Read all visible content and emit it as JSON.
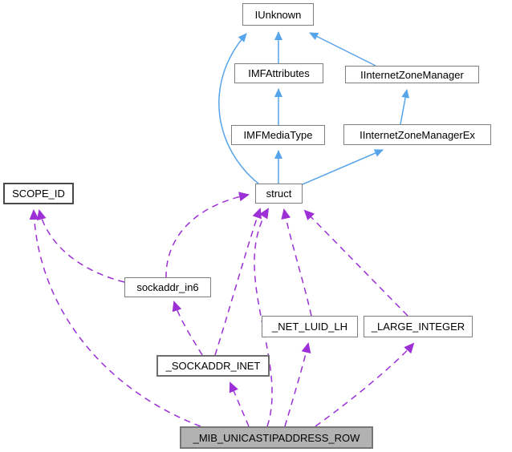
{
  "diagram": {
    "type": "class-collaboration-graph",
    "highlighted_node": "_MIB_UNICASTIPADDRESS_ROW",
    "colors": {
      "inheritance_edge": "#56a4ea",
      "usage_edge": "#9c30d6",
      "node_background": "#ffffff",
      "node_border": "#7f7f7f",
      "highlight_background": "#b2b2b2"
    },
    "nodes": [
      {
        "id": "IUnknown",
        "label": "IUnknown"
      },
      {
        "id": "IMFAttributes",
        "label": "IMFAttributes"
      },
      {
        "id": "IInternetZoneManager",
        "label": "IInternetZoneManager"
      },
      {
        "id": "IMFMediaType",
        "label": "IMFMediaType"
      },
      {
        "id": "IInternetZoneManagerEx",
        "label": "IInternetZoneManagerEx"
      },
      {
        "id": "SCOPE_ID",
        "label": "SCOPE_ID"
      },
      {
        "id": "struct",
        "label": "struct"
      },
      {
        "id": "sockaddr_in6",
        "label": "sockaddr_in6"
      },
      {
        "id": "_NET_LUID_LH",
        "label": "_NET_LUID_LH"
      },
      {
        "id": "_LARGE_INTEGER",
        "label": "_LARGE_INTEGER"
      },
      {
        "id": "_SOCKADDR_INET",
        "label": "_SOCKADDR_INET"
      },
      {
        "id": "_MIB_UNICASTIPADDRESS_ROW",
        "label": "_MIB_UNICASTIPADDRESS_ROW"
      }
    ],
    "edges": [
      {
        "from": "IMFAttributes",
        "to": "IUnknown",
        "style": "solid",
        "relation": "inheritance"
      },
      {
        "from": "IInternetZoneManager",
        "to": "IUnknown",
        "style": "solid",
        "relation": "inheritance"
      },
      {
        "from": "struct",
        "to": "IUnknown",
        "style": "solid",
        "relation": "inheritance"
      },
      {
        "from": "IMFMediaType",
        "to": "IMFAttributes",
        "style": "solid",
        "relation": "inheritance"
      },
      {
        "from": "IInternetZoneManagerEx",
        "to": "IInternetZoneManager",
        "style": "solid",
        "relation": "inheritance"
      },
      {
        "from": "struct",
        "to": "IMFMediaType",
        "style": "solid",
        "relation": "inheritance"
      },
      {
        "from": "struct",
        "to": "IInternetZoneManagerEx",
        "style": "solid",
        "relation": "inheritance"
      },
      {
        "from": "sockaddr_in6",
        "to": "SCOPE_ID",
        "style": "dashed",
        "relation": "usage"
      },
      {
        "from": "_MIB_UNICASTIPADDRESS_ROW",
        "to": "SCOPE_ID",
        "style": "dashed",
        "relation": "usage"
      },
      {
        "from": "sockaddr_in6",
        "to": "struct",
        "style": "dashed",
        "relation": "usage"
      },
      {
        "from": "_SOCKADDR_INET",
        "to": "sockaddr_in6",
        "style": "dashed",
        "relation": "usage"
      },
      {
        "from": "_SOCKADDR_INET",
        "to": "struct",
        "style": "dashed",
        "relation": "usage"
      },
      {
        "from": "_MIB_UNICASTIPADDRESS_ROW",
        "to": "struct",
        "style": "dashed",
        "relation": "usage"
      },
      {
        "from": "_NET_LUID_LH",
        "to": "struct",
        "style": "dashed",
        "relation": "usage"
      },
      {
        "from": "_LARGE_INTEGER",
        "to": "struct",
        "style": "dashed",
        "relation": "usage"
      },
      {
        "from": "_MIB_UNICASTIPADDRESS_ROW",
        "to": "_SOCKADDR_INET",
        "style": "dashed",
        "relation": "usage"
      },
      {
        "from": "_MIB_UNICASTIPADDRESS_ROW",
        "to": "_NET_LUID_LH",
        "style": "dashed",
        "relation": "usage"
      },
      {
        "from": "_MIB_UNICASTIPADDRESS_ROW",
        "to": "_LARGE_INTEGER",
        "style": "dashed",
        "relation": "usage"
      }
    ]
  }
}
